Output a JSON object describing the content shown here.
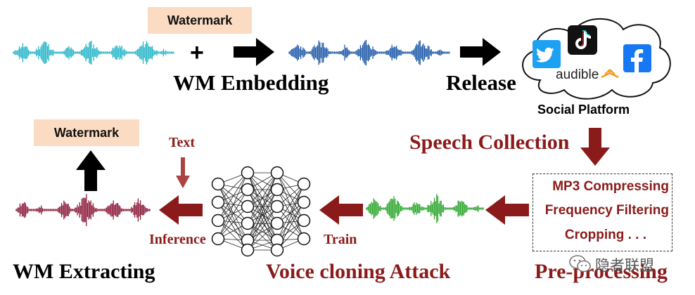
{
  "top": {
    "watermark_label": "Watermark",
    "plus": "+",
    "embedding_label": "WM Embedding",
    "release_label": "Release",
    "platform_label": "Social Platform",
    "audible_label": "audible"
  },
  "right": {
    "speech_collection_label": "Speech Collection",
    "preprocessing_label": "Pre-processing",
    "preprocessing_steps": [
      "MP3 Compressing",
      "Frequency Filtering",
      "Cropping . . ."
    ]
  },
  "bottom": {
    "watermark_label": "Watermark",
    "text_label": "Text",
    "inference_label": "Inference",
    "train_label": "Train",
    "voice_cloning_label": "Voice cloning Attack",
    "extracting_label": "WM Extracting"
  },
  "overlay": {
    "watermark_text": "隐者联盟"
  },
  "colors": {
    "original_wave": "#29b6c9",
    "watermarked_wave": "#1f5aa8",
    "collected_wave": "#2ea62e",
    "cloned_wave": "#8c1c3a",
    "attack_red": "#8b1a1a",
    "box_fill": "#fbdcc3",
    "twitter": "#1da1f2",
    "facebook": "#1877f2"
  },
  "icons": [
    "twitter-icon",
    "tiktok-icon",
    "facebook-icon",
    "audible-icon",
    "wechat-icon"
  ]
}
